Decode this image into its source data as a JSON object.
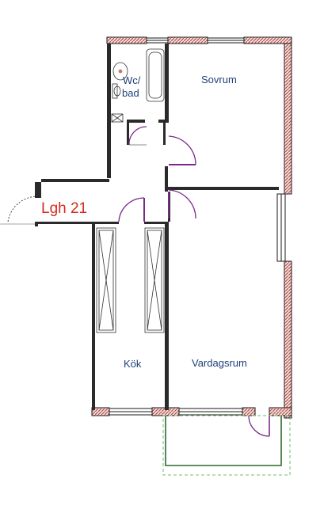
{
  "apartment": {
    "label": "Lgh 21"
  },
  "rooms": {
    "wc_bad_line1": "Wc/",
    "wc_bad_line2": "bad",
    "sovrum": "Sovrum",
    "kok": "Kök",
    "vardagsrum": "Vardagsrum"
  },
  "colors": {
    "wall": "#1a1a1a",
    "exterior_wall_hatch": "#b5524e",
    "door_swing": "#7a2a8a",
    "room_text": "#1f3f7a",
    "apartment_label": "#d42a20",
    "balcony": "#2e6b2e",
    "balcony_dashed": "#6cbf6c"
  }
}
